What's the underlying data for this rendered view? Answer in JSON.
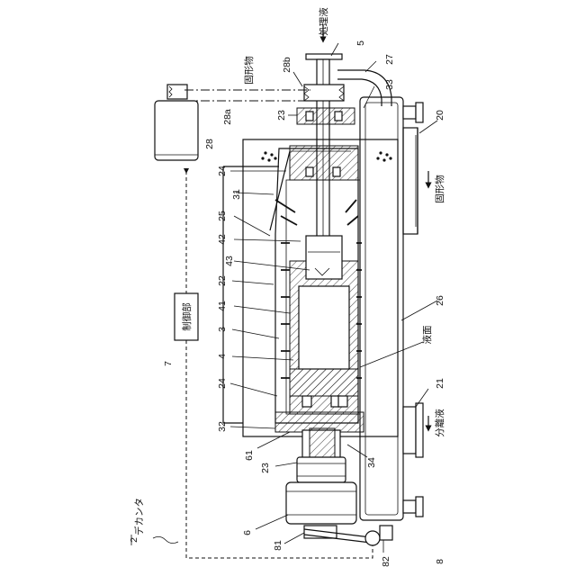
{
  "labels": {
    "processing_liquid": "処理液",
    "solids_top": "固形物",
    "solids_right": "固形物",
    "liquid_surface": "液面",
    "separated_liquid": "分離液",
    "controller": "制御部",
    "decanter": "デカンタ",
    "n5": "5",
    "n27": "27",
    "n28b": "28b",
    "n33": "33",
    "n23a": "23",
    "n28a": "28a",
    "n20": "20",
    "n28": "28",
    "n24a": "24",
    "n31": "31",
    "n25": "25",
    "n42": "42",
    "n43": "43",
    "n22": "22",
    "n41": "41",
    "n26": "26",
    "n3": "3",
    "n7": "7",
    "n4": "4",
    "n24b": "24",
    "n21": "21",
    "n32": "32",
    "n61": "61",
    "n23b": "23",
    "n34": "34",
    "n2": "2",
    "n6": "6",
    "n81": "81",
    "n82": "82",
    "n8": "8"
  }
}
